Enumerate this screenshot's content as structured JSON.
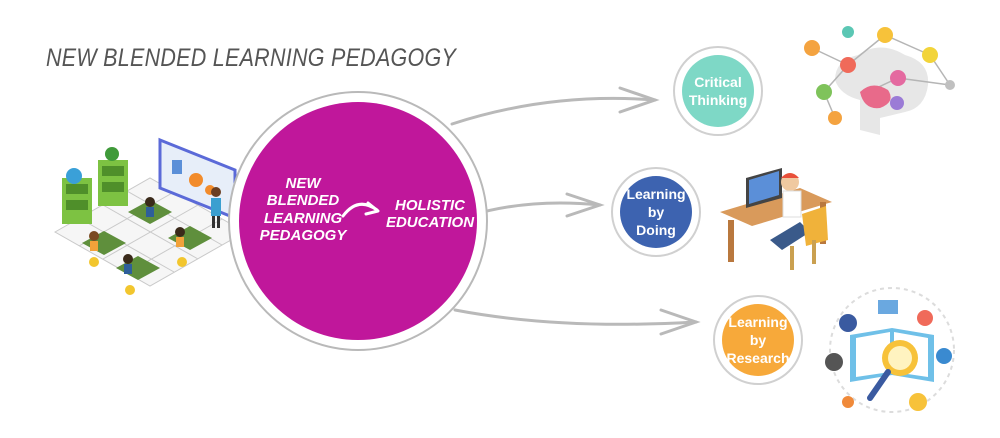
{
  "title": "NEW BLENDED LEARNING PEDAGOGY",
  "center": {
    "left_text": [
      "NEW",
      "BLENDED",
      "LEARNING",
      "PEDAGOGY"
    ],
    "right_text": [
      "HOLISTIC",
      "EDUCATION"
    ],
    "color": "#c0179b"
  },
  "outcomes": [
    {
      "lines": [
        "Critical",
        "Thinking"
      ],
      "color": "#7ed8c6",
      "ring": "#d6f2ec",
      "icon": "brain-network-icon"
    },
    {
      "lines": [
        "Learning",
        "by",
        "Doing"
      ],
      "color": "#3d63b0",
      "ring": "#d4dcef",
      "icon": "student-laptop-icon"
    },
    {
      "lines": [
        "Learning",
        "by",
        "Research"
      ],
      "color": "#f7a93a",
      "ring": "#fbe3c0",
      "icon": "book-magnifier-icon"
    }
  ],
  "left_illustration": "isometric-classroom-icon"
}
